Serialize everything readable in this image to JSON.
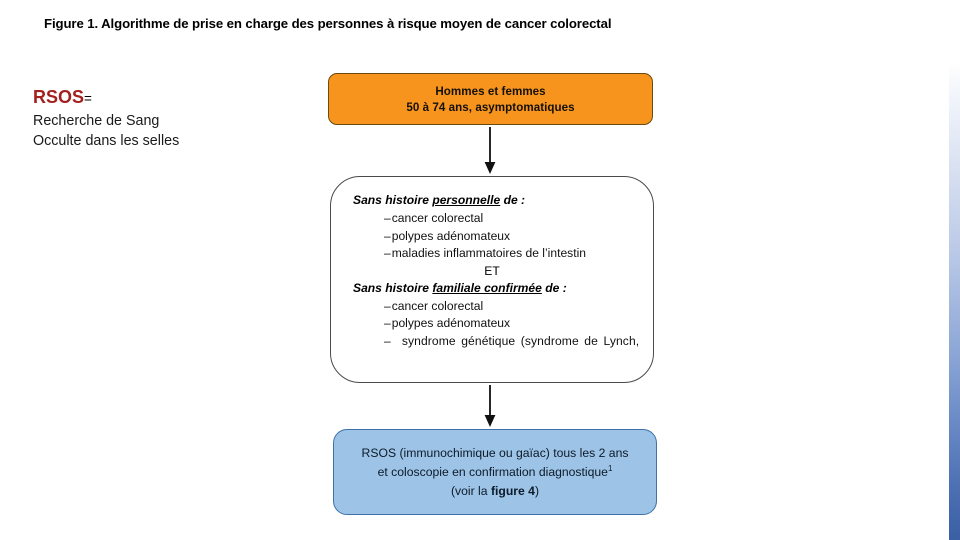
{
  "figure": {
    "title": "Figure 1.  Algorithme de prise en charge des personnes à risque moyen de cancer colorectal"
  },
  "legend": {
    "abbr_term": "RSOS",
    "abbr_equals": "=",
    "definition_line1": "Recherche de Sang",
    "definition_line2": "Occulte dans les selles",
    "term_color": "#A32020"
  },
  "flow": {
    "population_box": {
      "line1": "Hommes et femmes",
      "line2": "50 à 74 ans, asymptomatiques",
      "fill_color": "#F7941E",
      "border_color": "#6B4A11"
    },
    "criteria_box": {
      "heading_personal_prefix": "Sans histoire ",
      "heading_personal_underlined": "personnelle",
      "heading_personal_suffix": " de :",
      "personal_items": [
        "cancer colorectal",
        "polypes adénomateux",
        "maladies inflammatoires de l’intestin"
      ],
      "connector": "ET",
      "heading_family_prefix": "Sans histoire ",
      "heading_family_underlined": "familiale confirmée",
      "heading_family_suffix": " de :",
      "family_items": [
        "cancer colorectal",
        "polypes adénomateux"
      ],
      "family_item_justified_words": [
        "syndrome",
        "génétique",
        "(syndrome",
        "de",
        "Lynch,"
      ],
      "dash": "–",
      "fill_color": "#FFFFFF",
      "border_color": "#4A4A4A"
    },
    "recommendation_box": {
      "line1": "RSOS (immunochimique ou gaïac) tous les 2 ans",
      "line2_text": "et coloscopie en confirmation diagnostique",
      "line2_superscript": "1",
      "line3_prefix": "(voir la ",
      "line3_bold": "figure 4",
      "line3_suffix": ")",
      "fill_color": "#9DC3E6",
      "border_color": "#3F72A8"
    },
    "arrows": [
      {
        "name": "arrow-population-to-criteria"
      },
      {
        "name": "arrow-criteria-to-recommendation"
      }
    ]
  },
  "decoration": {
    "edge_band_top_color": "#FFFFFF",
    "edge_band_bottom_color": "#3A5FA3"
  }
}
